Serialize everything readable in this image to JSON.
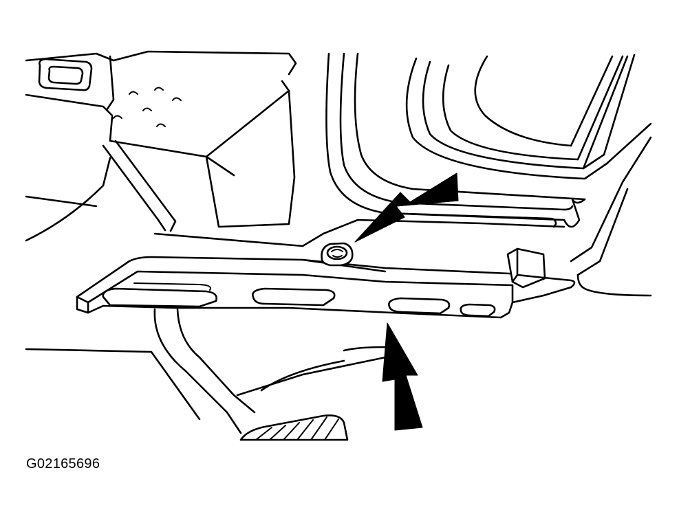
{
  "figure": {
    "id_label": "G02165696"
  },
  "colors": {
    "line": "#000000",
    "background": "#ffffff"
  },
  "callouts": [
    {
      "name": "arrow-to-fastener",
      "icon": "arrow-icon"
    },
    {
      "name": "arrow-to-bracket",
      "icon": "arrow-icon"
    }
  ]
}
